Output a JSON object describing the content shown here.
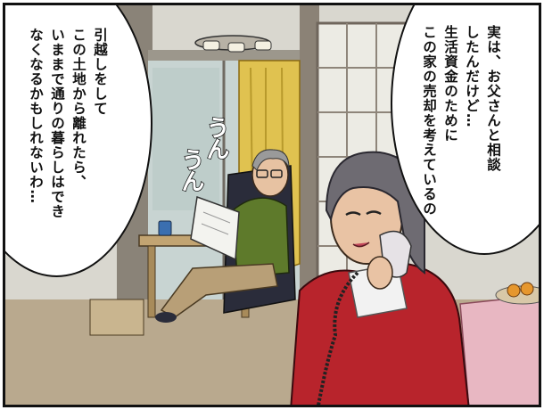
{
  "right_bubble": {
    "lines": [
      "実は、お父さんと相談",
      "したんだけど…",
      "生活資金のために",
      "この家の売却を考えているの"
    ]
  },
  "left_bubble": {
    "lines": [
      "引越しをして",
      "この土地から離れたら、",
      "いままで通りの暮らしはでき",
      "なくなるかもしれないわ…"
    ]
  },
  "sfx": {
    "first": "うん",
    "second": "うん"
  },
  "colors": {
    "wall": "#d9d7cf",
    "curtain": "#e0c250",
    "sweater": "#5e7a2b",
    "jacket": "#b8242c",
    "table_cloth": "#e8b7c2"
  }
}
